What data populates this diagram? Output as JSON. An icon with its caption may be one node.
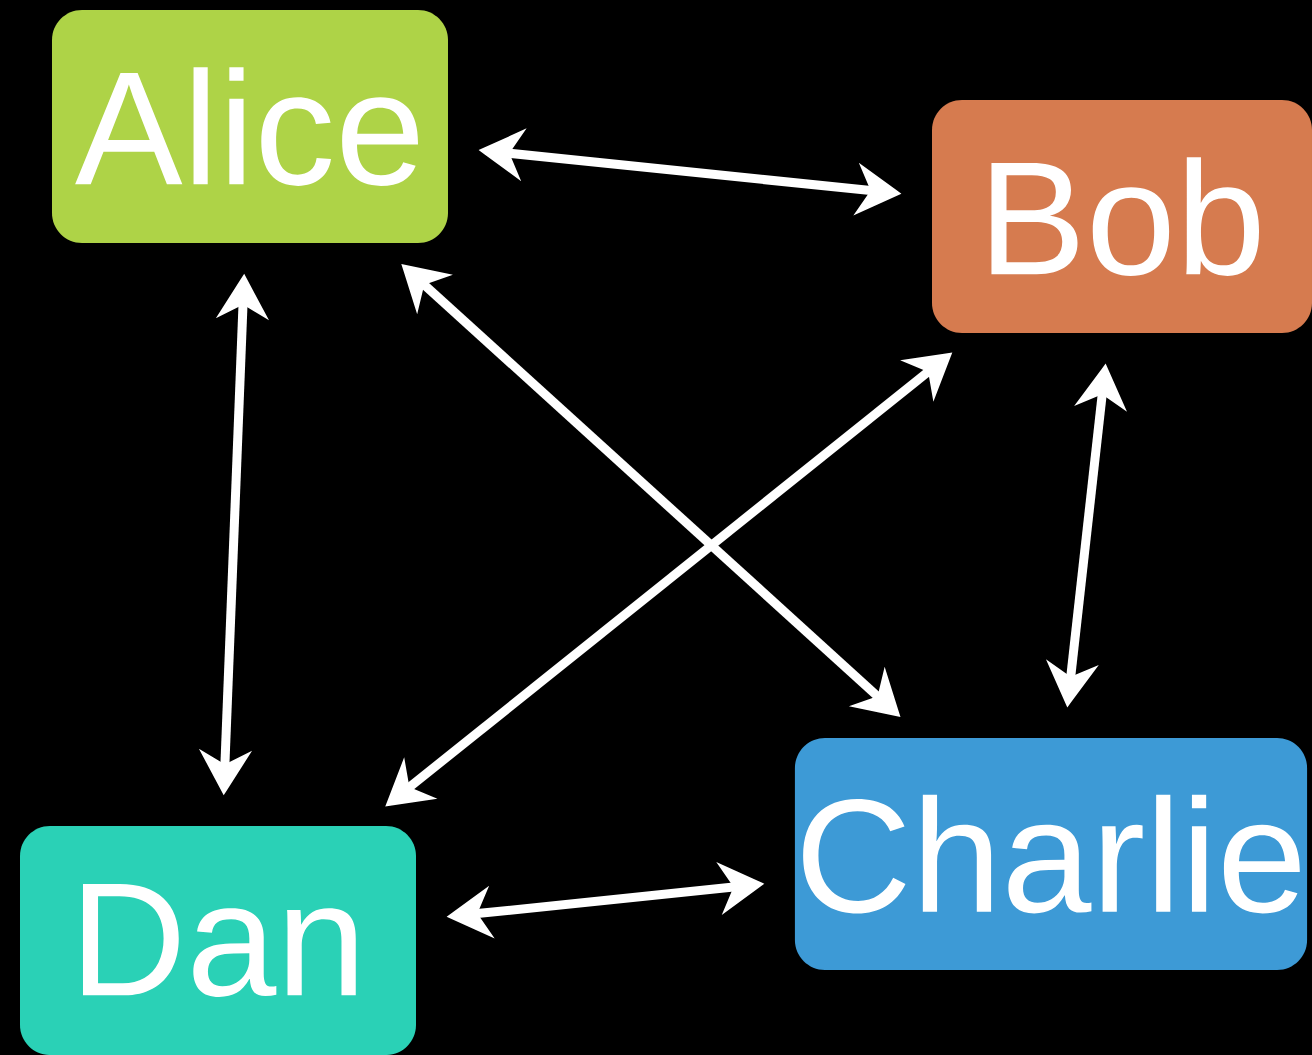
{
  "diagram": {
    "nodes": [
      {
        "text": [
          "Alice"
        ]
      },
      {
        "text": [
          "Bob"
        ]
      },
      {
        "text": [
          "Charlie"
        ]
      },
      {
        "text": [
          "Dan"
        ]
      }
    ],
    "edges": [
      {
        "from": 0,
        "to": 1,
        "arrow": "both"
      },
      {
        "from": 0,
        "to": 3,
        "arrow": "both"
      },
      {
        "from": 0,
        "to": 2,
        "arrow": "both"
      },
      {
        "from": 1,
        "to": 3,
        "arrow": "both"
      },
      {
        "from": 1,
        "to": 2,
        "arrow": "both"
      },
      {
        "from": 3,
        "to": 2,
        "arrow": "both"
      }
    ]
  }
}
